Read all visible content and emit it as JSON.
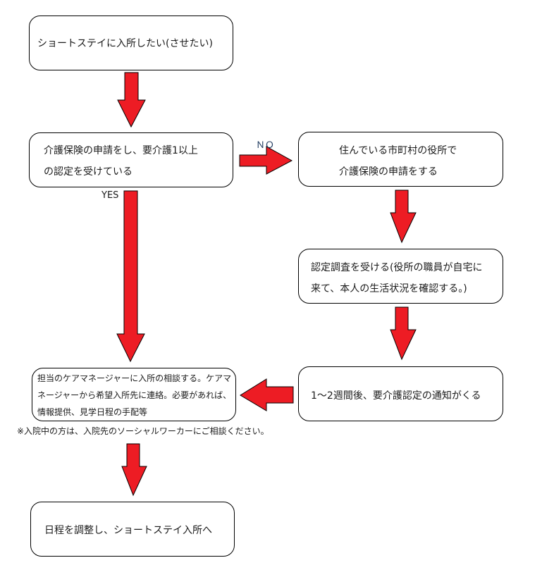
{
  "diagram": {
    "type": "flowchart",
    "nodes": {
      "start": {
        "text": "ショートステイに入所したい(させたい)"
      },
      "check_certification": {
        "lines": [
          "介護保険の申請をし、要介護1以上",
          "の認定を受けている"
        ]
      },
      "apply": {
        "lines": [
          "住んでいる市町村の役所で",
          "介護保険の申請をする"
        ]
      },
      "survey": {
        "lines": [
          "認定調査を受ける(役所の職員が自宅に",
          "来て、本人の生活状況を確認する。)"
        ]
      },
      "notice": {
        "text": "1～2週間後、要介護認定の通知がくる"
      },
      "consult": {
        "lines": [
          "担当のケアマネージャーに入所の相談する。ケアマ",
          "ネージャーから希望入所先に連絡。必要があれば、",
          "情報提供、見学日程の手配等"
        ]
      },
      "finish": {
        "text": "日程を調整し、ショートステイ入所へ"
      }
    },
    "note": "※入院中の方は、入院先のソーシャルワーカーにご相談ください。",
    "labels": {
      "no": "ＮＯ",
      "yes": "YES"
    },
    "edges": [
      {
        "from": "start",
        "to": "check_certification",
        "direction": "down"
      },
      {
        "from": "check_certification",
        "to": "apply",
        "direction": "right",
        "label": "no"
      },
      {
        "from": "check_certification",
        "to": "consult",
        "direction": "down",
        "label": "yes"
      },
      {
        "from": "apply",
        "to": "survey",
        "direction": "down"
      },
      {
        "from": "survey",
        "to": "notice",
        "direction": "down"
      },
      {
        "from": "notice",
        "to": "consult",
        "direction": "left"
      },
      {
        "from": "consult",
        "to": "finish",
        "direction": "down"
      }
    ],
    "colors": {
      "arrow": "#ed1c24",
      "no_label": "#1f3a5f",
      "outline": "#000000"
    }
  }
}
